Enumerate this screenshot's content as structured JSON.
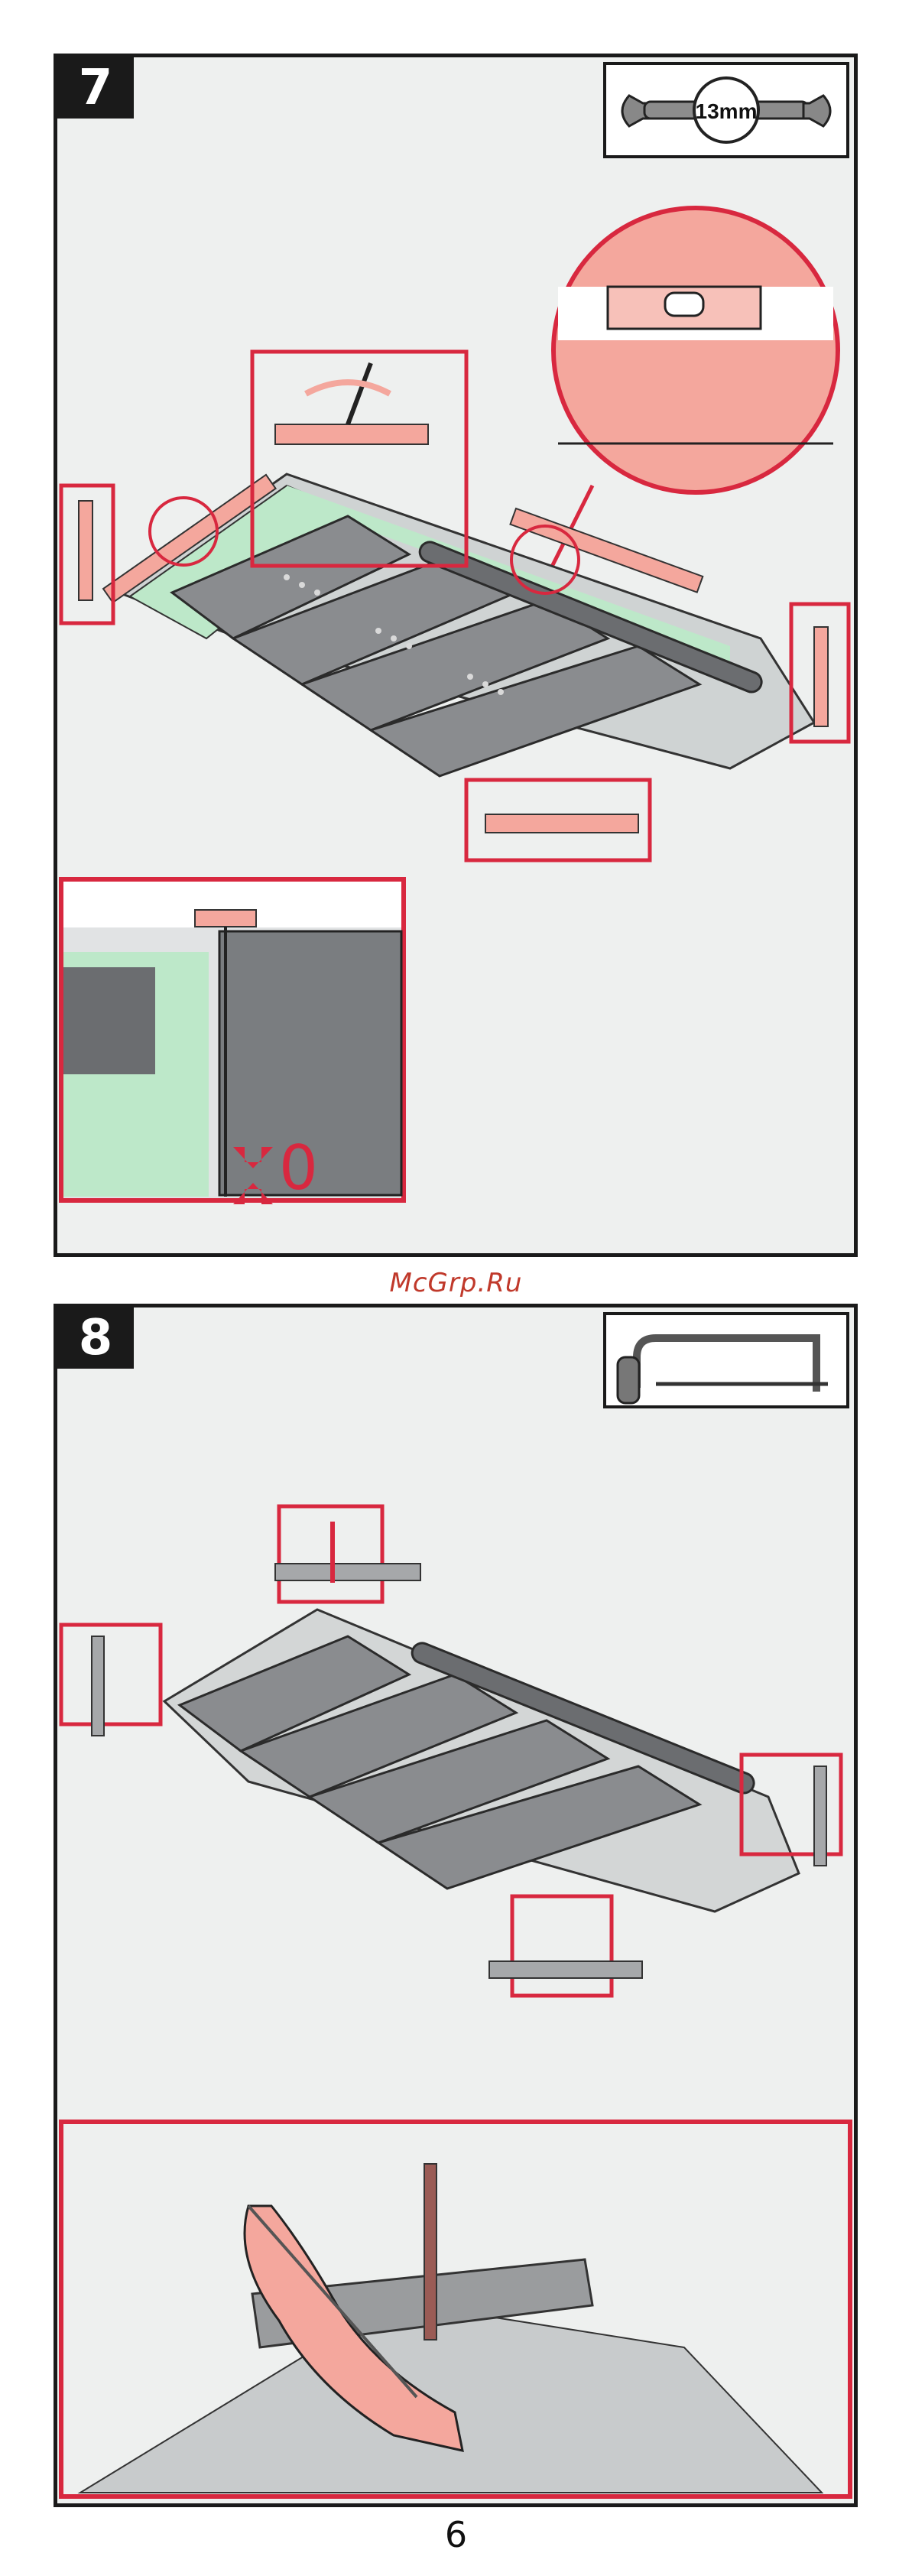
{
  "step7": {
    "number": "7",
    "tool": {
      "name": "wrench-icon",
      "size_label": "13mm"
    },
    "detail_gap_label": "0",
    "colors": {
      "frame": "#d8283f",
      "level": "#f4a79d",
      "insulation": "#bde8c9",
      "metal": "#7a7d80"
    }
  },
  "step8": {
    "number": "8",
    "tool": {
      "name": "hacksaw-icon"
    }
  },
  "watermark": "McGrp.Ru",
  "page_number": "6"
}
